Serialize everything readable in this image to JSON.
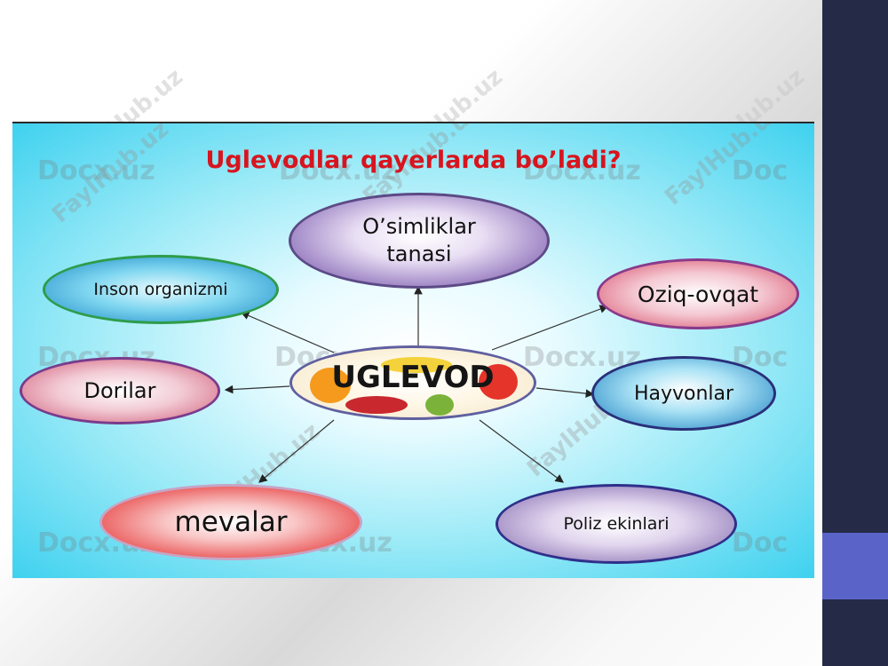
{
  "slide": {
    "title": "Uglevodlar qayerlarda bo’ladi?",
    "center": "UGLEVOD",
    "nodes": {
      "osimliklar_line1": "O’simliklar",
      "osimliklar_line2": "tanasi",
      "inson": "Inson organizmi",
      "oziq": "Oziq-ovqat",
      "dorilar": "Dorilar",
      "hayvonlar": "Hayvonlar",
      "mevalar": "mevalar",
      "poliz": "Poliz ekinlari"
    },
    "watermarks": {
      "docx": "Docx.uz",
      "docx_partial": "Doc",
      "faylhub": "FaylHub.uz",
      "faylhub_partial": "FaylHub"
    }
  },
  "colors": {
    "sidebar": "#252a47",
    "sidebar_accent": "#5a64c8",
    "title": "#d8141e",
    "background_cyan": "#3fd1ef"
  }
}
